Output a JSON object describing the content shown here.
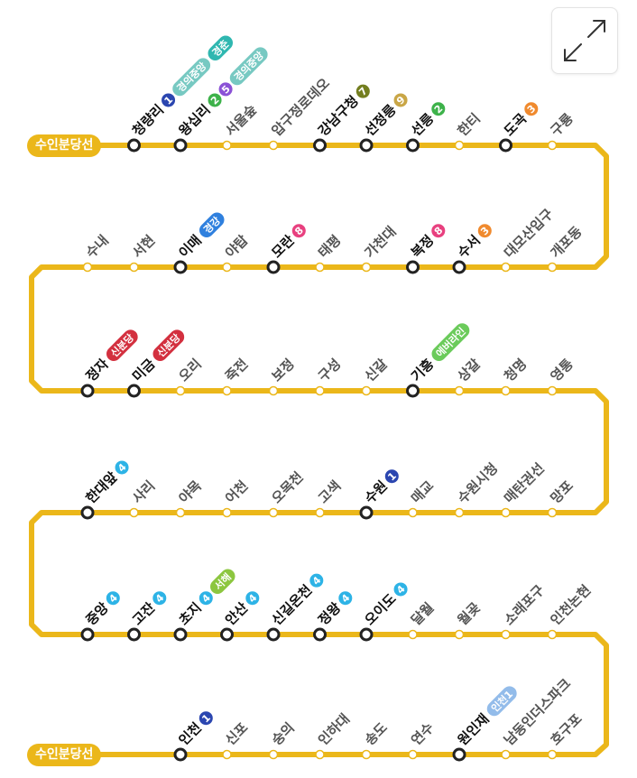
{
  "line": {
    "name": "수인분당선",
    "color": "#EBB71A"
  },
  "expand_button": {
    "icon": "expand-arrows-icon"
  },
  "transfer_colors": {
    "1": "#2B46B0",
    "2": "#3DB24A",
    "3": "#F08A2E",
    "4": "#2DB3E6",
    "5": "#8B52D6",
    "7": "#737E1F",
    "8": "#E8407F",
    "9": "#C9A646",
    "경의중앙": "#77C9C2",
    "경춘": "#2FB7B0",
    "경강": "#2F80DE",
    "신분당": "#D3303F",
    "에버라인": "#6BCB5B",
    "서해": "#8CC63F",
    "인천1": "#93BCEA"
  },
  "rows": [
    [
      {
        "name": "청량리",
        "transfer": true,
        "lines": [
          "1",
          "경의중앙",
          "경춘"
        ]
      },
      {
        "name": "왕십리",
        "transfer": true,
        "lines": [
          "2",
          "5",
          "경의중앙"
        ]
      },
      {
        "name": "서울숲",
        "transfer": false,
        "lines": []
      },
      {
        "name": "압구정로데오",
        "transfer": false,
        "lines": []
      },
      {
        "name": "강남구청",
        "transfer": true,
        "lines": [
          "7"
        ]
      },
      {
        "name": "선정릉",
        "transfer": true,
        "lines": [
          "9"
        ]
      },
      {
        "name": "선릉",
        "transfer": true,
        "lines": [
          "2"
        ]
      },
      {
        "name": "한티",
        "transfer": false,
        "lines": []
      },
      {
        "name": "도곡",
        "transfer": true,
        "lines": [
          "3"
        ]
      },
      {
        "name": "구룡",
        "transfer": false,
        "lines": []
      }
    ],
    [
      {
        "name": "수내",
        "transfer": false,
        "lines": []
      },
      {
        "name": "서현",
        "transfer": false,
        "lines": []
      },
      {
        "name": "이매",
        "transfer": true,
        "lines": [
          "경강"
        ]
      },
      {
        "name": "야탑",
        "transfer": false,
        "lines": []
      },
      {
        "name": "모란",
        "transfer": true,
        "lines": [
          "8"
        ]
      },
      {
        "name": "태평",
        "transfer": false,
        "lines": []
      },
      {
        "name": "가천대",
        "transfer": false,
        "lines": []
      },
      {
        "name": "복정",
        "transfer": true,
        "lines": [
          "8"
        ]
      },
      {
        "name": "수서",
        "transfer": true,
        "lines": [
          "3"
        ]
      },
      {
        "name": "대모산입구",
        "transfer": false,
        "lines": []
      },
      {
        "name": "개포동",
        "transfer": false,
        "lines": []
      }
    ],
    [
      {
        "name": "정자",
        "transfer": true,
        "lines": [
          "신분당"
        ]
      },
      {
        "name": "미금",
        "transfer": true,
        "lines": [
          "신분당"
        ]
      },
      {
        "name": "오리",
        "transfer": false,
        "lines": []
      },
      {
        "name": "죽전",
        "transfer": false,
        "lines": []
      },
      {
        "name": "보정",
        "transfer": false,
        "lines": []
      },
      {
        "name": "구성",
        "transfer": false,
        "lines": []
      },
      {
        "name": "신갈",
        "transfer": false,
        "lines": []
      },
      {
        "name": "기흥",
        "transfer": true,
        "lines": [
          "에버라인"
        ]
      },
      {
        "name": "상갈",
        "transfer": false,
        "lines": []
      },
      {
        "name": "청명",
        "transfer": false,
        "lines": []
      },
      {
        "name": "영통",
        "transfer": false,
        "lines": []
      }
    ],
    [
      {
        "name": "한대앞",
        "transfer": true,
        "lines": [
          "4"
        ]
      },
      {
        "name": "사리",
        "transfer": false,
        "lines": []
      },
      {
        "name": "야목",
        "transfer": false,
        "lines": []
      },
      {
        "name": "어천",
        "transfer": false,
        "lines": []
      },
      {
        "name": "오목천",
        "transfer": false,
        "lines": []
      },
      {
        "name": "고색",
        "transfer": false,
        "lines": []
      },
      {
        "name": "수원",
        "transfer": true,
        "lines": [
          "1"
        ]
      },
      {
        "name": "매교",
        "transfer": false,
        "lines": []
      },
      {
        "name": "수원시청",
        "transfer": false,
        "lines": []
      },
      {
        "name": "매탄권선",
        "transfer": false,
        "lines": []
      },
      {
        "name": "망포",
        "transfer": false,
        "lines": []
      }
    ],
    [
      {
        "name": "중앙",
        "transfer": true,
        "lines": [
          "4"
        ]
      },
      {
        "name": "고잔",
        "transfer": true,
        "lines": [
          "4"
        ]
      },
      {
        "name": "초지",
        "transfer": true,
        "lines": [
          "4",
          "서해"
        ]
      },
      {
        "name": "안산",
        "transfer": true,
        "lines": [
          "4"
        ]
      },
      {
        "name": "신길온천",
        "transfer": true,
        "lines": [
          "4"
        ]
      },
      {
        "name": "정왕",
        "transfer": true,
        "lines": [
          "4"
        ]
      },
      {
        "name": "오이도",
        "transfer": true,
        "lines": [
          "4"
        ]
      },
      {
        "name": "달월",
        "transfer": false,
        "lines": []
      },
      {
        "name": "월곶",
        "transfer": false,
        "lines": []
      },
      {
        "name": "소래포구",
        "transfer": false,
        "lines": []
      },
      {
        "name": "인천논현",
        "transfer": false,
        "lines": []
      }
    ],
    [
      {
        "name": "인천",
        "transfer": true,
        "lines": [
          "1"
        ]
      },
      {
        "name": "신포",
        "transfer": false,
        "lines": []
      },
      {
        "name": "숭의",
        "transfer": false,
        "lines": []
      },
      {
        "name": "인하대",
        "transfer": false,
        "lines": []
      },
      {
        "name": "송도",
        "transfer": false,
        "lines": []
      },
      {
        "name": "연수",
        "transfer": false,
        "lines": []
      },
      {
        "name": "원인재",
        "transfer": true,
        "lines": [
          "인천1"
        ]
      },
      {
        "name": "남동인더스파크",
        "transfer": false,
        "lines": []
      },
      {
        "name": "호구포",
        "transfer": false,
        "lines": []
      }
    ]
  ]
}
